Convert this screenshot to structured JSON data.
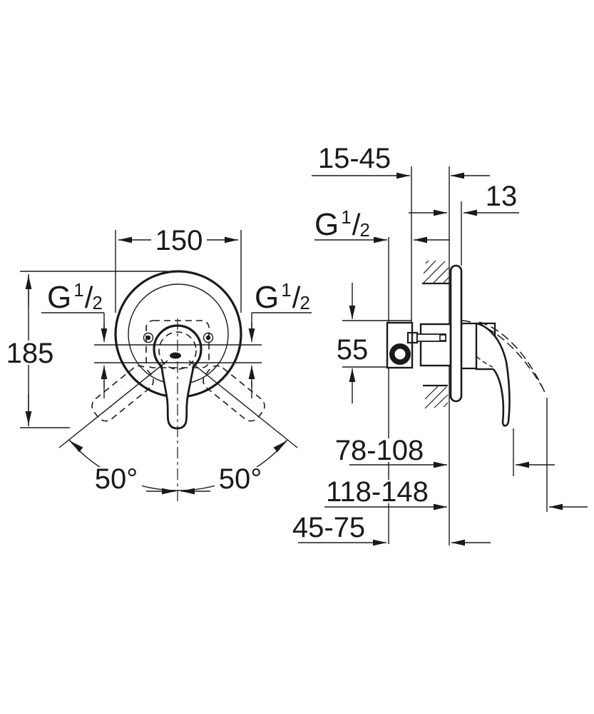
{
  "front_view": {
    "width": "150",
    "height": "185",
    "thread_left": {
      "g": "G",
      "sup": "1",
      "slash": "/",
      "sub": "2"
    },
    "thread_right": {
      "g": "G",
      "sup": "1",
      "slash": "/",
      "sub": "2"
    },
    "angle_left": "50°",
    "angle_right": "50°"
  },
  "side_view": {
    "wall_depth_range": "15-45",
    "plate_offset": "13",
    "thread": {
      "g": "G",
      "sup": "1",
      "slash": "/",
      "sub": "2"
    },
    "port_height": "55",
    "handle_reach": "78-108",
    "handle_reach_open": "118-148",
    "body_reach": "45-75"
  }
}
